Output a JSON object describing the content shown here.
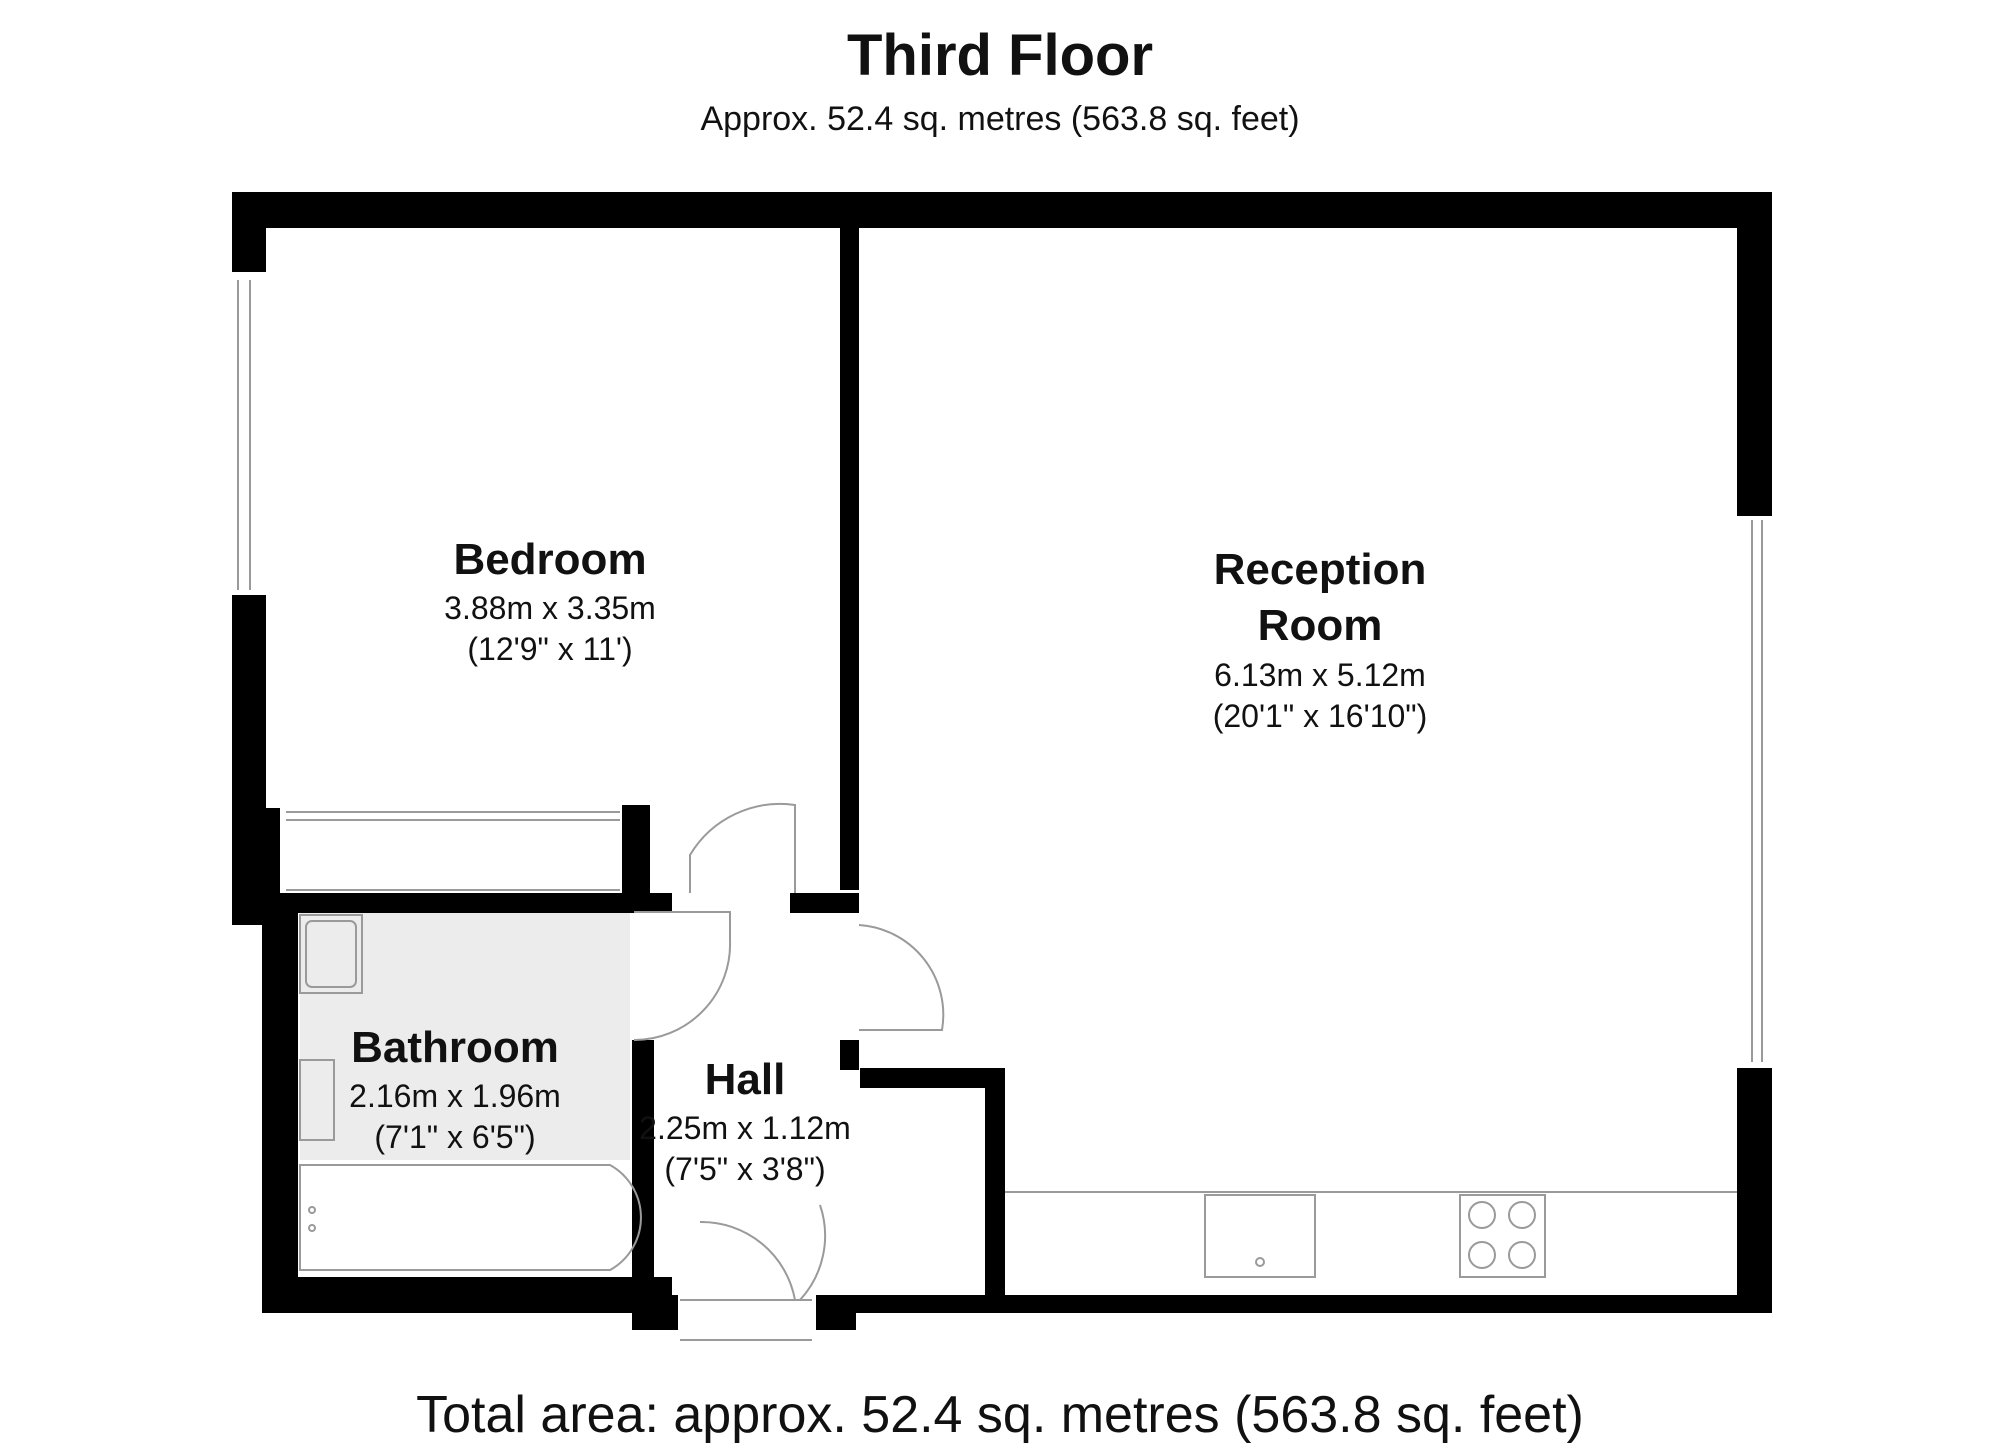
{
  "floor": {
    "title": "Third Floor",
    "subtitle": "Approx.  52.4 sq. metres (563.8 sq. feet)",
    "total": "Total area: approx.  52.4 sq. metres (563.8 sq. feet)"
  },
  "rooms": {
    "bedroom": {
      "name": "Bedroom",
      "metric": "3.88m x 3.35m",
      "imperial": "(12'9\" x 11')"
    },
    "reception": {
      "name_line1": "Reception",
      "name_line2": "Room",
      "metric": "6.13m x 5.12m",
      "imperial": "(20'1\" x 16'10\")"
    },
    "bathroom": {
      "name": "Bathroom",
      "metric": "2.16m x 1.96m",
      "imperial": "(7'1\" x 6'5\")"
    },
    "hall": {
      "name": "Hall",
      "metric": "2.25m x 1.12m",
      "imperial": "(7'5\" x 3'8\")"
    }
  },
  "colors": {
    "wall": "#000000",
    "bathroom_floor": "#ececec",
    "fixture_line": "#9a9a9a"
  }
}
